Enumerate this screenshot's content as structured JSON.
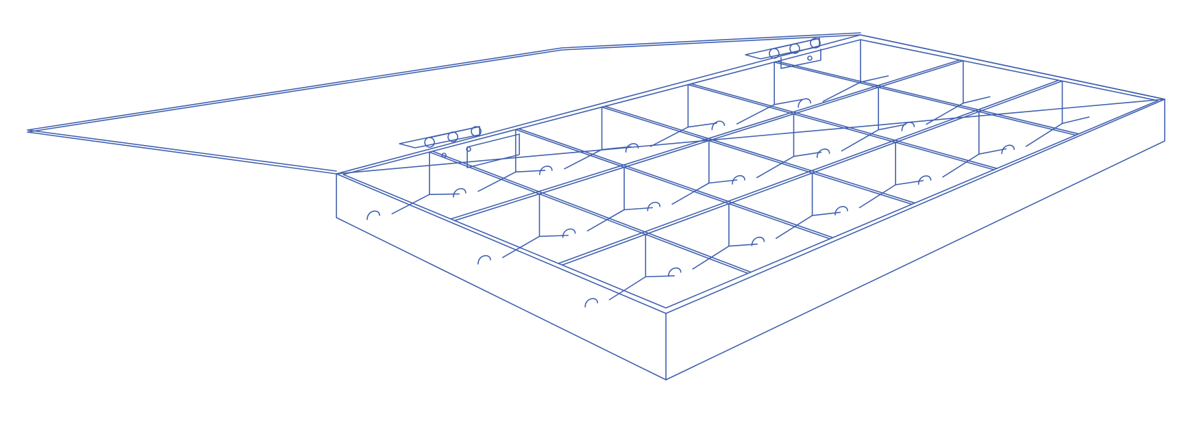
{
  "figure": {
    "subject": "open-organizer-box-with-hinged-lid",
    "style": "blueprint-line-art",
    "stroke_color": "#3f5fae",
    "background_color": "#ffffff",
    "text_labels": []
  },
  "box": {
    "compartment_rows": 3,
    "compartment_columns": 6,
    "finger_notches_per_compartment": 1,
    "hinge_count": 2,
    "lid_state": "open"
  },
  "icons": {
    "hinge": "hinge-icon"
  }
}
